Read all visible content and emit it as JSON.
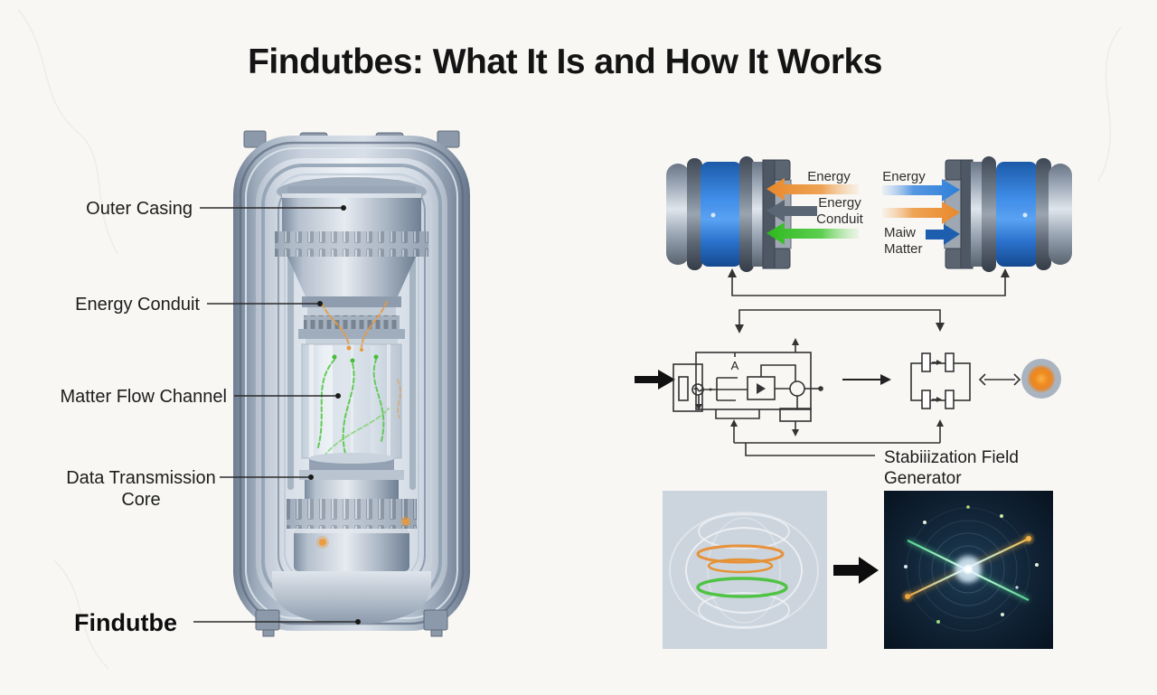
{
  "title": "Findutbes: What It Is and How It Works",
  "cutaway": {
    "labels": {
      "outer_casing": "Outer Casing",
      "energy_conduit": "Energy Conduit",
      "matter_flow_channel": "Matter Flow Channel",
      "data_transmission_1": "Data Transmission",
      "data_transmission_2": "Core",
      "device_name": "Findutbe"
    }
  },
  "exchange": {
    "left_flow": {
      "energy_label": "Energy",
      "conduit_label_1": "Energy",
      "conduit_label_2": "Conduit"
    },
    "right_flow": {
      "energy_label": "Energy",
      "matter_label_1": "Maiw",
      "matter_label_2": "Matter"
    }
  },
  "schematic": {
    "meter_label": "A",
    "generator_label_1": "Stabiiization Field",
    "generator_label_2": "Generator"
  },
  "colors": {
    "arrow_orange": "#e8882b",
    "arrow_gray": "#5a6673",
    "arrow_green": "#3ec42e",
    "arrow_blue": "#2e7fd9",
    "arrow_dark_blue": "#1d5fae",
    "cap_band_blue": "#2f7fd9",
    "core_orange": "#f08a1d",
    "field_orange": "#e8913a",
    "field_green": "#4fc344",
    "line_dark": "#2b2b2b"
  }
}
